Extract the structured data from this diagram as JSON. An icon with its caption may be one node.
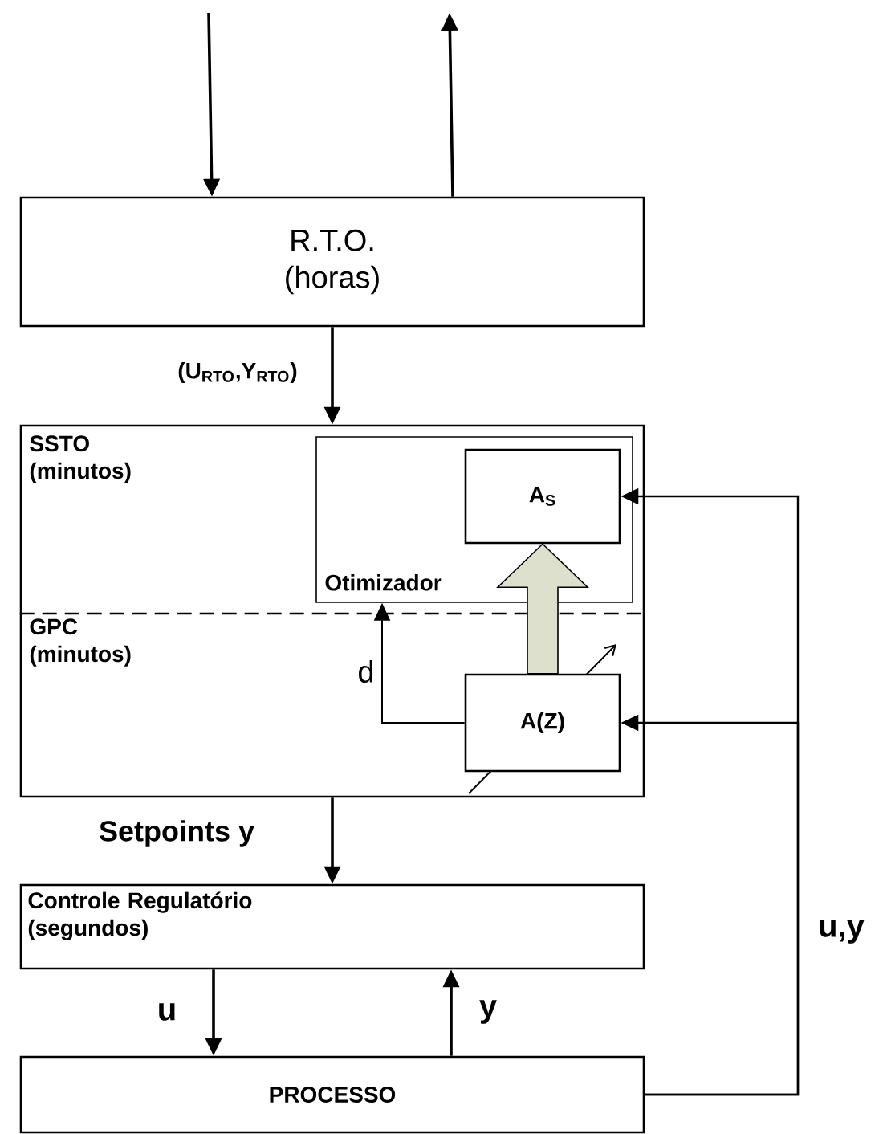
{
  "diagram": {
    "nodes": [
      {
        "text": [
          "R.T.O. (horas)"
        ]
      },
      {
        "text": [
          "SSTO (minutos)",
          "GPC (minutos)"
        ]
      },
      {
        "text": [
          "Otimizador"
        ],
        "in": 1
      },
      {
        "text": [
          "A$_{S}$"
        ],
        "in": 2
      },
      {
        "text": [
          "A(Z)"
        ],
        "in": 1
      },
      {
        "text": [
          "Controle Regulatório (segundos)"
        ]
      },
      {
        "text": [
          "PROCESSO"
        ]
      }
    ],
    "edges": [
      {
        "from": null,
        "to": 0,
        "arrow": "to"
      },
      {
        "from": 0,
        "to": null,
        "arrow": "to"
      },
      {
        "from": 0,
        "to": 1,
        "label": "(U$_{RTO}$,Y$_{RTO}$)",
        "arrow": "to"
      },
      {
        "from": 4,
        "to": 3,
        "arrow": "to",
        "style": "thick",
        "color": "#dde0cc"
      },
      {
        "from": 4,
        "to": 2,
        "label": "d",
        "arrow": "to"
      },
      {
        "from": 6,
        "to": 3,
        "label": "u,y",
        "arrow": "to"
      },
      {
        "from": 6,
        "to": 4,
        "arrow": "to"
      },
      {
        "from": 1,
        "to": 5,
        "label": "Setpoints y",
        "arrow": "to"
      },
      {
        "from": 5,
        "to": 6,
        "label": "u",
        "arrow": "to"
      },
      {
        "from": 6,
        "to": 5,
        "label": "y",
        "arrow": "to"
      }
    ]
  }
}
